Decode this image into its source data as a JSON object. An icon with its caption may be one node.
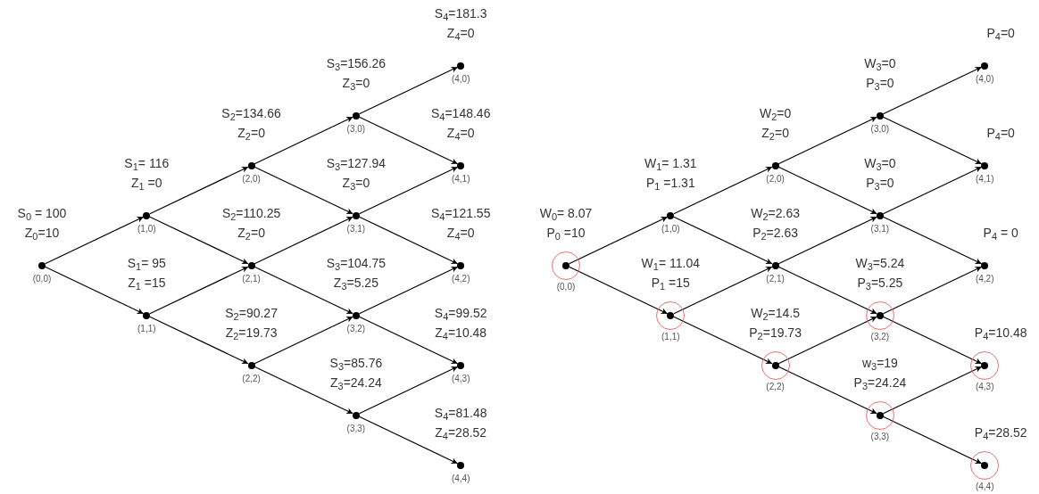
{
  "diagram": {
    "nodes": [
      {
        "text": [
          "S$_{0}$ = 100",
          "Z$_{0}$=10",
          "(0,0)"
        ]
      },
      {
        "text": [
          "S$_{1}$= 116",
          "Z$_{1}$ =0",
          "(1,0)"
        ]
      },
      {
        "text": [
          "S$_{1}$= 95",
          "Z$_{1}$ =15",
          "(1,1)"
        ]
      },
      {
        "text": [
          "S$_{2}$=134.66",
          "Z$_{2}$=0",
          "(2,0)"
        ]
      },
      {
        "text": [
          "S$_{2}$=110.25",
          "Z$_{2}$=0",
          "(2,1)"
        ]
      },
      {
        "text": [
          "S$_{2}$=90.27",
          "Z$_{2}$=19.73",
          "(2,2)"
        ]
      },
      {
        "text": [
          "S$_{3}$=156.26",
          "Z$_{3}$=0",
          "(3,0)"
        ]
      },
      {
        "text": [
          "S$_{3}$=127.94",
          "Z$_{3}$=0",
          "(3,1)"
        ]
      },
      {
        "text": [
          "S$_{3}$=104.75",
          "Z$_{3}$=5.25",
          "(3,2)"
        ]
      },
      {
        "text": [
          "S$_{3}$=85.76",
          "Z$_{3}$=24.24",
          "(3,3)"
        ]
      },
      {
        "text": [
          "S$_{4}$=181.3",
          "Z$_{4}$=0",
          "(4,0)"
        ]
      },
      {
        "text": [
          "S$_{4}$=148.46",
          "Z$_{4}$=0",
          "(4,1)"
        ]
      },
      {
        "text": [
          "S$_{4}$=121.55",
          "Z$_{4}$=0",
          "(4,2)"
        ]
      },
      {
        "text": [
          "S$_{4}$=99.52",
          "Z$_{4}$=10.48",
          "(4,3)"
        ]
      },
      {
        "text": [
          "S$_{4}$=81.48",
          "Z$_{4}$=28.52",
          "(4,4)"
        ]
      },
      {
        "text": [
          "W$_{0}$= 8.07",
          "P$_{0}$ =10",
          "(0,0)"
        ]
      },
      {
        "text": [
          "W$_{1}$= 1.31",
          "P$_{1}$ =1.31",
          "(1,0)"
        ]
      },
      {
        "text": [
          "W$_{1}$= 11.04",
          "P$_{1}$ =15",
          "(1,1)"
        ]
      },
      {
        "text": [
          "W$_{2}$=0",
          "Z$_{2}$=0",
          "(2,0)"
        ]
      },
      {
        "text": [
          "W$_{2}$=2.63",
          "P$_{2}$=2.63",
          "(2,1)"
        ]
      },
      {
        "text": [
          "W$_{2}$=14.5",
          "P$_{2}$=19.73",
          "(2,2)"
        ]
      },
      {
        "text": [
          "W$_{3}$=0",
          "P$_{3}$=0",
          "(3,0)"
        ]
      },
      {
        "text": [
          "W$_{3}$=0",
          "P$_{3}$=0",
          "(3,1)"
        ]
      },
      {
        "text": [
          "W$_{3}$=5.24",
          "P$_{3}$=5.25",
          "(3,2)"
        ]
      },
      {
        "text": [
          "w$_{3}$=19",
          "P$_{3}$=24.24",
          "(3,3)"
        ]
      },
      {
        "text": [
          "P$_{4}$=0",
          "(4,0)"
        ]
      },
      {
        "text": [
          "P$_{4}$=0",
          "(4,1)"
        ]
      },
      {
        "text": [
          "P$_{4}$ = 0",
          "(4,2)"
        ]
      },
      {
        "text": [
          "P$_{4}$=10.48",
          "(4,3)"
        ]
      },
      {
        "text": [
          "P$_{4}$=28.52",
          "(4,4)"
        ]
      }
    ],
    "edges": [
      {
        "from": 0,
        "to": 1,
        "arrow": "to"
      },
      {
        "from": 0,
        "to": 2,
        "arrow": "to"
      },
      {
        "from": 1,
        "to": 3,
        "arrow": "to"
      },
      {
        "from": 1,
        "to": 4,
        "arrow": "to"
      },
      {
        "from": 2,
        "to": 4,
        "arrow": "to"
      },
      {
        "from": 2,
        "to": 5,
        "arrow": "to"
      },
      {
        "from": 3,
        "to": 6,
        "arrow": "to"
      },
      {
        "from": 3,
        "to": 7,
        "arrow": "to"
      },
      {
        "from": 4,
        "to": 7,
        "arrow": "to"
      },
      {
        "from": 4,
        "to": 8,
        "arrow": "to"
      },
      {
        "from": 5,
        "to": 8,
        "arrow": "to"
      },
      {
        "from": 5,
        "to": 9,
        "arrow": "to"
      },
      {
        "from": 6,
        "to": 10,
        "arrow": "to"
      },
      {
        "from": 6,
        "to": 11,
        "arrow": "to"
      },
      {
        "from": 7,
        "to": 11,
        "arrow": "to"
      },
      {
        "from": 7,
        "to": 12,
        "arrow": "to"
      },
      {
        "from": 8,
        "to": 12,
        "arrow": "to"
      },
      {
        "from": 8,
        "to": 13,
        "arrow": "to"
      },
      {
        "from": 9,
        "to": 13,
        "arrow": "to"
      },
      {
        "from": 9,
        "to": 14,
        "arrow": "to"
      },
      {
        "from": 15,
        "to": 16,
        "arrow": "to"
      },
      {
        "from": 15,
        "to": 17,
        "arrow": "to"
      },
      {
        "from": 16,
        "to": 18,
        "arrow": "to"
      },
      {
        "from": 16,
        "to": 19,
        "arrow": "to"
      },
      {
        "from": 17,
        "to": 19,
        "arrow": "to"
      },
      {
        "from": 17,
        "to": 20,
        "arrow": "to"
      },
      {
        "from": 18,
        "to": 21,
        "arrow": "to"
      },
      {
        "from": 18,
        "to": 22,
        "arrow": "to"
      },
      {
        "from": 19,
        "to": 22,
        "arrow": "to"
      },
      {
        "from": 19,
        "to": 23,
        "arrow": "to"
      },
      {
        "from": 20,
        "to": 23,
        "arrow": "to"
      },
      {
        "from": 20,
        "to": 24,
        "arrow": "to"
      },
      {
        "from": 21,
        "to": 25,
        "arrow": "to"
      },
      {
        "from": 21,
        "to": 26,
        "arrow": "to"
      },
      {
        "from": 22,
        "to": 26,
        "arrow": "to"
      },
      {
        "from": 22,
        "to": 27,
        "arrow": "to"
      },
      {
        "from": 23,
        "to": 27,
        "arrow": "to"
      },
      {
        "from": 23,
        "to": 28,
        "arrow": "to"
      },
      {
        "from": 24,
        "to": 28,
        "arrow": "to"
      },
      {
        "from": 24,
        "to": 29,
        "arrow": "to"
      }
    ]
  }
}
